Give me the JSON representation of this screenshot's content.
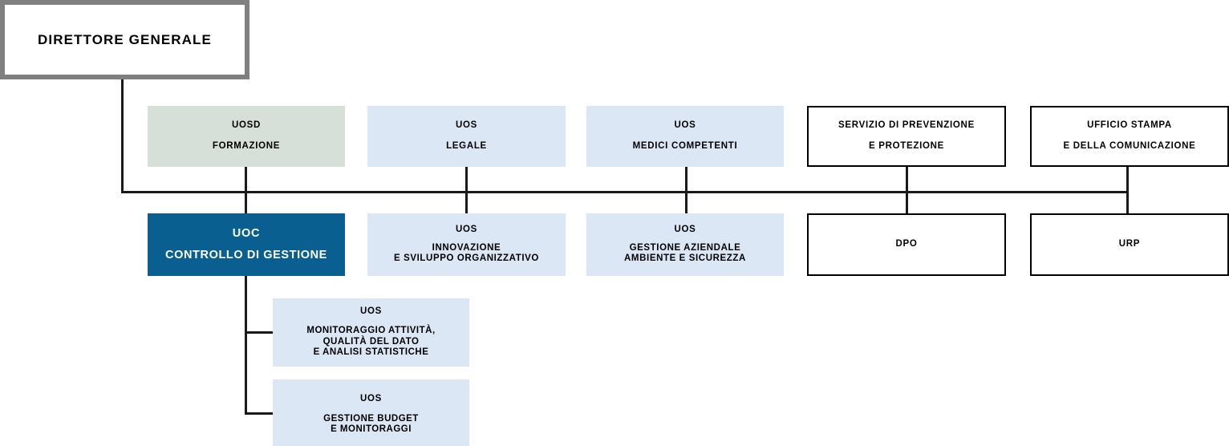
{
  "chart_title": "",
  "palette": {
    "root_border": "#808080",
    "root_fill": "#ffffff",
    "sage_fill": "#d7dfd9",
    "light_blue_fill": "#dce7f5",
    "dark_blue_fill": "#0a5f91",
    "outline_border": "#000000",
    "connector": "#1a1a1a",
    "text_dark": "#000000",
    "text_light": "#ffffff"
  },
  "root": {
    "label": "DIRETTORE GENERALE"
  },
  "row1": [
    {
      "type": "UOSD",
      "name": "FORMAZIONE"
    },
    {
      "type": "UOS",
      "name": "LEGALE"
    },
    {
      "type": "UOS",
      "name": "MEDICI COMPETENTI"
    },
    {
      "type": "SERVIZIO DI PREVENZIONE",
      "name": "E PROTEZIONE"
    },
    {
      "type": "UFFICIO STAMPA",
      "name": "E DELLA COMUNICAZIONE"
    }
  ],
  "row2": [
    {
      "type": "UOC",
      "name": "CONTROLLO DI GESTIONE"
    },
    {
      "type": "UOS",
      "name": "INNOVAZIONE\nE SVILUPPO ORGANIZZATIVO"
    },
    {
      "type": "UOS",
      "name": "GESTIONE AZIENDALE\nAMBIENTE E SICUREZZA"
    },
    {
      "type": "DPO",
      "name": ""
    },
    {
      "type": "URP",
      "name": ""
    }
  ],
  "uoc_children": [
    {
      "type": "UOS",
      "name": "MONITORAGGIO ATTIVITÀ,\nQUALITÀ DEL DATO\nE ANALISI STATISTICHE"
    },
    {
      "type": "UOS",
      "name": "GESTIONE BUDGET\nE MONITORAGGI"
    }
  ]
}
